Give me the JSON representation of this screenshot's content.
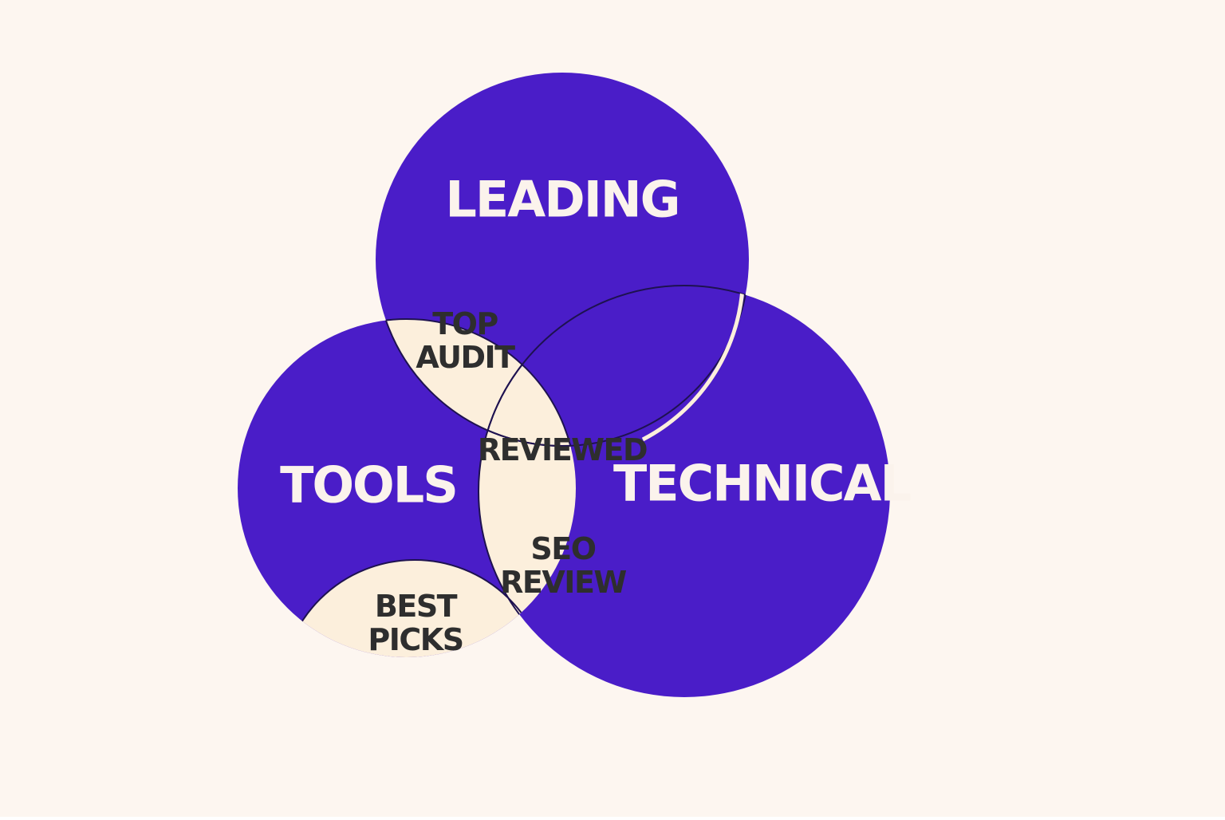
{
  "colors": {
    "background": "#FDF6F0",
    "circle_fill": "#4A1DC8",
    "overlap_fill": "#FCEFDC",
    "main_label": "#FBF3EC",
    "region_label": "#2E2E2E",
    "outline": "#1E1250"
  },
  "circles": {
    "top": {
      "label": "LEADING"
    },
    "left": {
      "label": "TOOLS"
    },
    "right": {
      "label": "TECHNICAL"
    }
  },
  "regions": {
    "top_left": {
      "line1": "TOP",
      "line2": "AUDIT"
    },
    "center": {
      "line1": "REVIEWED"
    },
    "left_right": {
      "line1": "SEO",
      "line2": "REVIEW"
    },
    "left_bottom": {
      "line1": "BEST",
      "line2": "PICKS"
    }
  }
}
